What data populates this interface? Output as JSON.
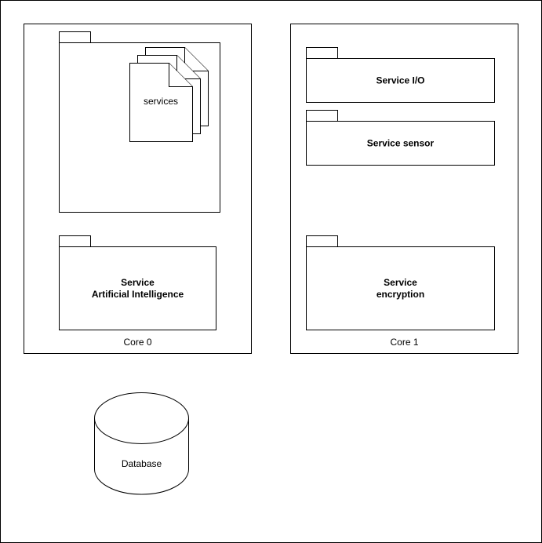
{
  "core0": {
    "label": "Core 0",
    "documents_label": "services",
    "ai_package": {
      "line1": "Service",
      "line2": "Artificial Intelligence"
    }
  },
  "core1": {
    "label": "Core 1",
    "io_package": "Service I/O",
    "sensor_package": "Service sensor",
    "encryption_package": {
      "line1": "Service",
      "line2": "encryption"
    }
  },
  "database": {
    "label": "Database"
  }
}
